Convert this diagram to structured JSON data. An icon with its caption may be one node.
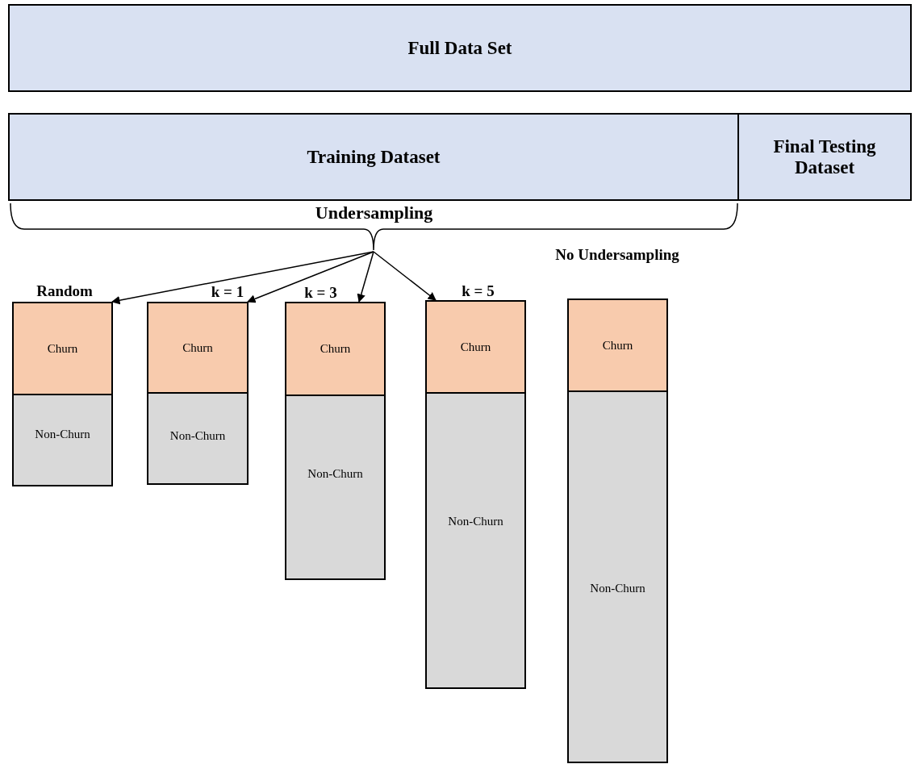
{
  "diagram": {
    "nodes": [
      {
        "text": [
          "Full Data Set"
        ]
      },
      {
        "text": [
          "Training Dataset"
        ]
      },
      {
        "text": [
          "Final Testing Dataset"
        ]
      },
      {
        "text": [
          "Undersampling"
        ]
      },
      {
        "text": [
          "Churn"
        ]
      },
      {
        "text": [
          "Non-Churn"
        ]
      },
      {
        "text": [
          "Churn"
        ]
      },
      {
        "text": [
          "Non-Churn"
        ]
      },
      {
        "text": [
          "Churn"
        ]
      },
      {
        "text": [
          "Non-Churn"
        ]
      },
      {
        "text": [
          "Churn"
        ]
      },
      {
        "text": [
          "Non-Churn"
        ]
      },
      {
        "text": [
          "Churn"
        ]
      },
      {
        "text": [
          "Non-Churn"
        ]
      }
    ],
    "edges": [
      {
        "from": 3,
        "to": 4,
        "arrow": "to"
      },
      {
        "from": 3,
        "to": 6,
        "arrow": "to"
      },
      {
        "from": 3,
        "to": 8,
        "arrow": "to"
      },
      {
        "from": 3,
        "to": 10,
        "arrow": "to"
      }
    ],
    "labels": [
      "No Undersampling",
      "Random",
      "k = 1",
      "k = 3",
      "k = 5"
    ]
  }
}
